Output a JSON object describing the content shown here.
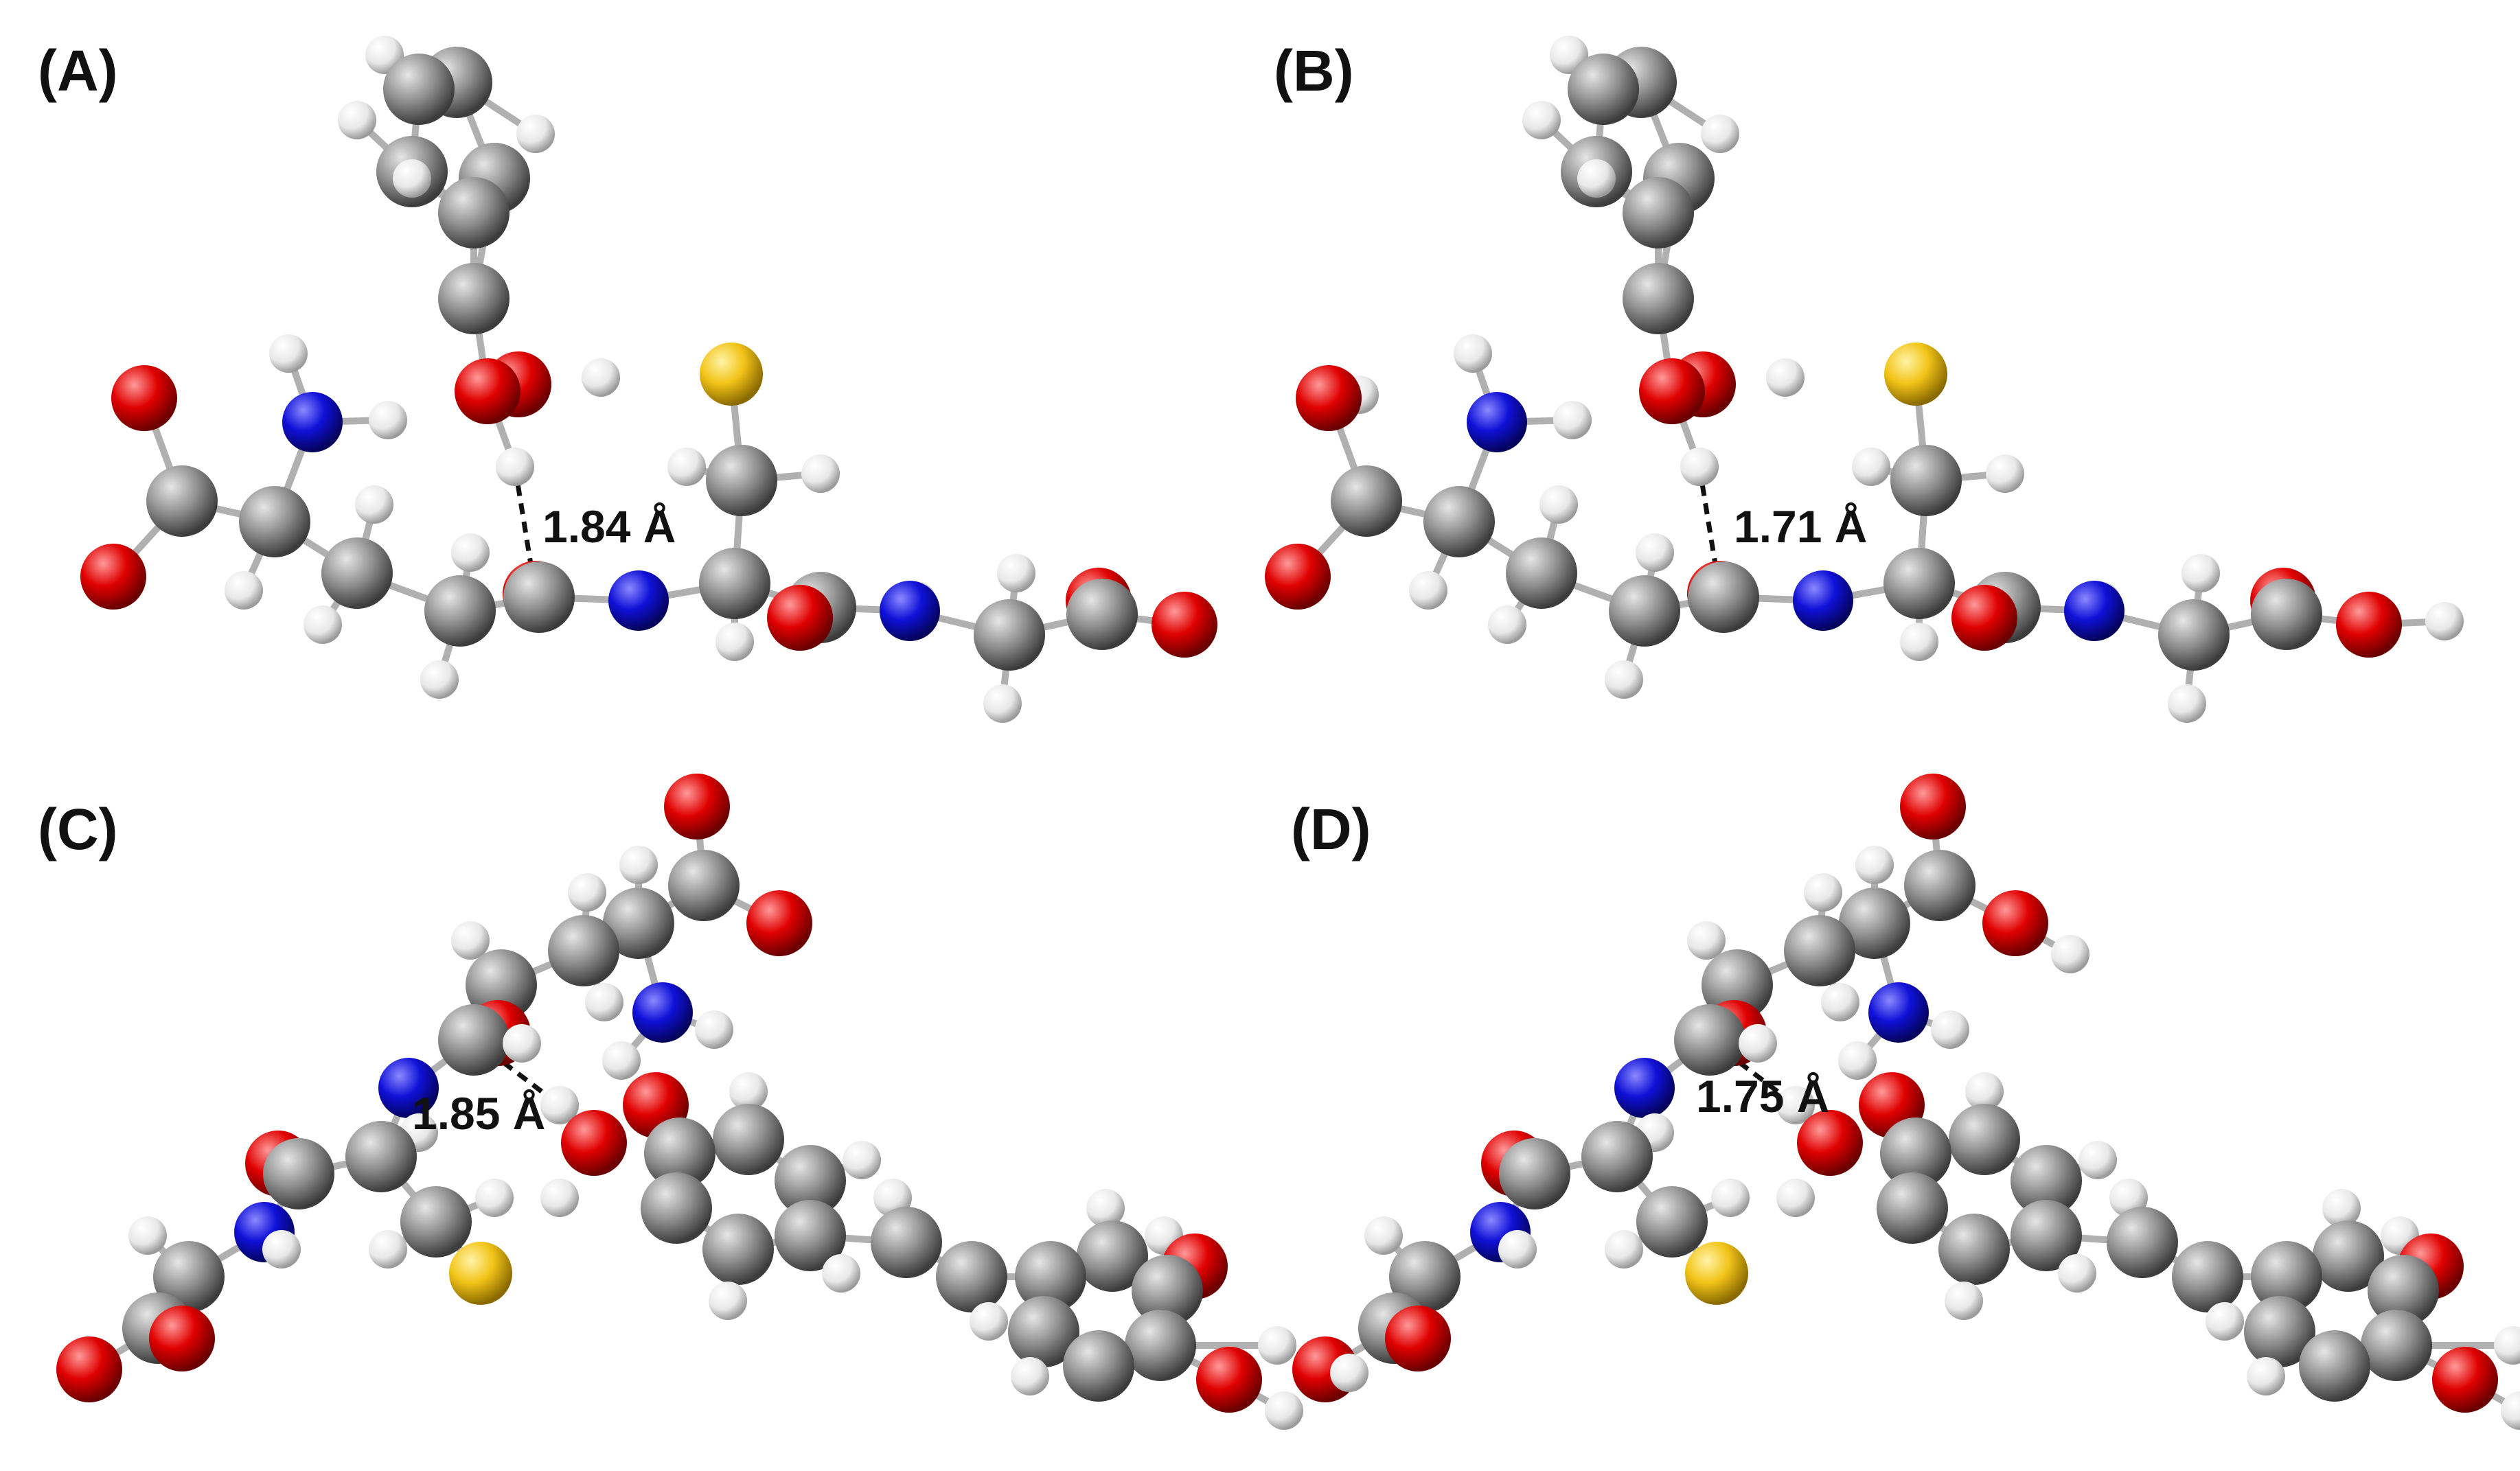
{
  "panels": [
    {
      "label": "(A)",
      "hbond": "1.84 Å"
    },
    {
      "label": "(B)",
      "hbond": "1.71 Å"
    },
    {
      "label": "(C)",
      "hbond": "1.85 Å"
    },
    {
      "label": "(D)",
      "hbond": "1.75 Å"
    }
  ],
  "atom_colors": {
    "carbon": "#8c8c8c",
    "oxygen": "#e00000",
    "nitrogen": "#1010d8",
    "hydrogen": "#f0f0f0",
    "sulfur": "#f2c418"
  }
}
